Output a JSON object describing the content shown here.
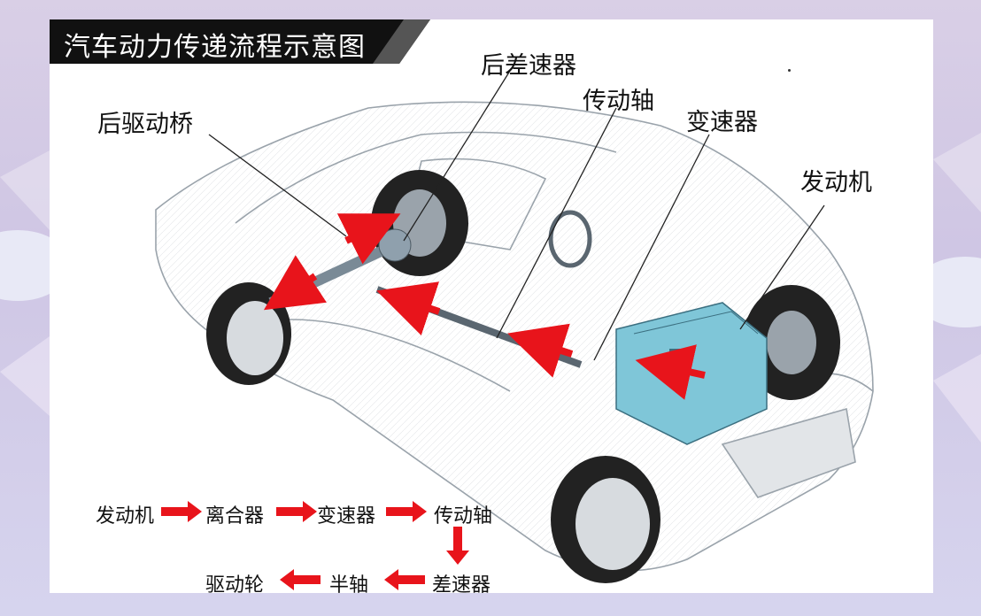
{
  "title": "汽车动力传递流程示意图",
  "labels": {
    "rear_differential": "后差速器",
    "drive_shaft": "传动轴",
    "rear_drive_axle": "后驱动桥",
    "gearbox": "变速器",
    "engine": "发动机"
  },
  "flow": {
    "engine": "发动机",
    "clutch": "离合器",
    "gearbox": "变速器",
    "drive_shaft": "传动轴",
    "differential": "差速器",
    "half_shaft": "半轴",
    "drive_wheel": "驱动轮"
  },
  "colors": {
    "arrow": "#e8141b",
    "title_bar": "#111111",
    "engine_tint": "#7fc6d8",
    "wire": "#9aa3ab"
  }
}
